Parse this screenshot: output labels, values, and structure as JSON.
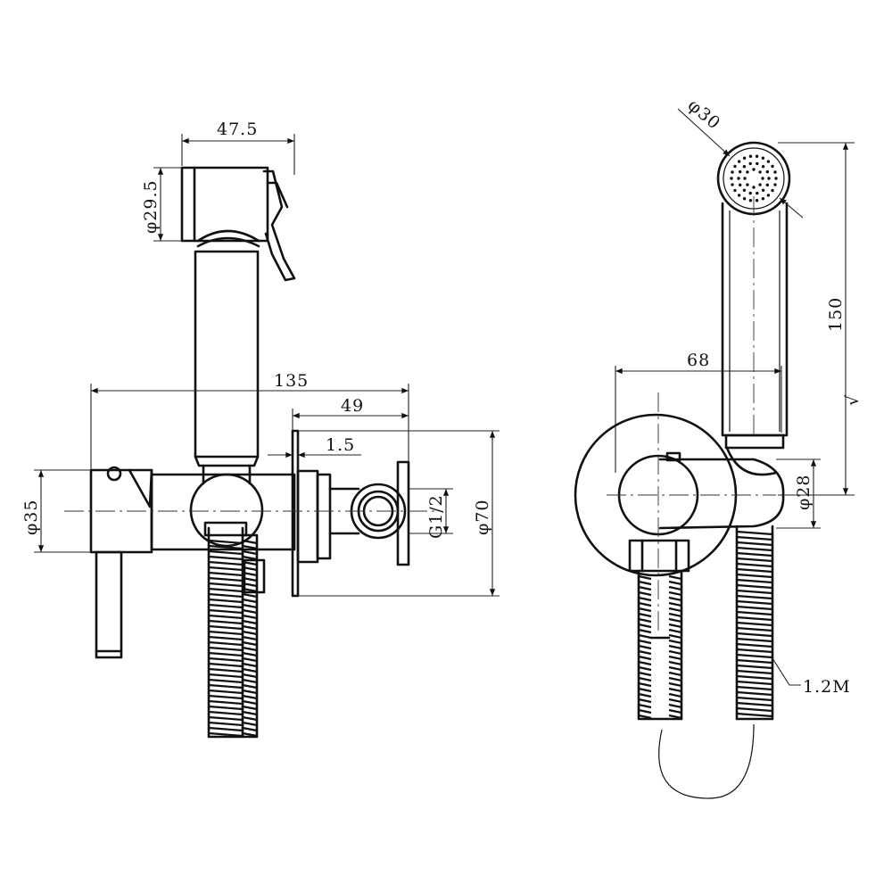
{
  "dimensions": {
    "handset_length": "47.5",
    "handset_diameter": "φ29.5",
    "total_depth": "135",
    "wall_projection": "49",
    "plate_thickness": "1.5",
    "valve_diameter": "φ35",
    "inlet_thread": "G1/2",
    "plate_diameter": "φ70",
    "spray_face_diameter": "φ30",
    "handset_height": "150",
    "holder_offset": "68",
    "holder_diameter": "φ28",
    "hose_length": "1.2M",
    "tick_mark": "√"
  }
}
